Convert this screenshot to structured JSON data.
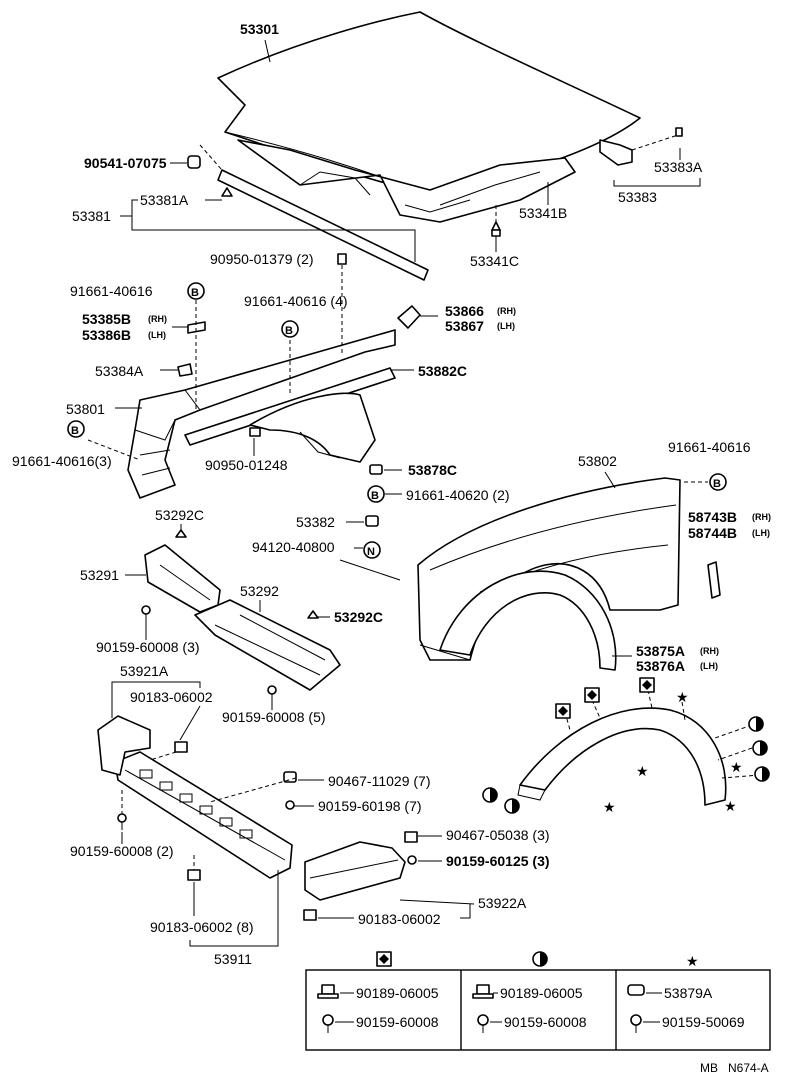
{
  "labels": {
    "l53301": "53301",
    "l90541": "90541-07075",
    "l53381A": "53381A",
    "l53381": "53381",
    "l53383A": "53383A",
    "l53383": "53383",
    "l53341B": "53341B",
    "l53341C": "53341C",
    "l90950_01379": "90950-01379 (2)",
    "l91661_a": "91661-40616",
    "l91661_4": "91661-40616 (4)",
    "l53866": "53866",
    "l53867": "53867",
    "l53385B": "53385B",
    "l53386B": "53386B",
    "l53384A": "53384A",
    "l53882C": "53882C",
    "l53801": "53801",
    "l91661_3": "91661-40616(3)",
    "l90950_01248": "90950-01248",
    "l53878C": "53878C",
    "l91661_40620": "91661-40620 (2)",
    "l53802": "53802",
    "l91661_b": "91661-40616",
    "l58743B": "58743B",
    "l58744B": "58744B",
    "l53292C_a": "53292C",
    "l53382": "53382",
    "l94120": "94120-40800",
    "l53291": "53291",
    "l53292": "53292",
    "l53292C_b": "53292C",
    "l90159_60008_3": "90159-60008 (3)",
    "l53921A": "53921A",
    "l90183_06002_a": "90183-06002",
    "l90159_60008_5": "90159-60008 (5)",
    "l53875A": "53875A",
    "l53876A": "53876A",
    "l90467_11029": "90467-11029 (7)",
    "l90159_60198": "90159-60198 (7)",
    "l90159_60008_2": "90159-60008 (2)",
    "l90467_05038": "90467-05038 (3)",
    "l90159_60125": "90159-60125 (3)",
    "l90183_06002_b": "90183-06002",
    "l53922A": "53922A",
    "l90183_06002_8": "90183-06002 (8)",
    "l53911": "53911",
    "rh": "(RH)",
    "lh": "(LH)",
    "footer": "MB   N674-A"
  },
  "marker_letters": {
    "B": "B",
    "N": "N"
  },
  "legend": {
    "diamond_col": {
      "p1": "90189-06005",
      "p2": "90159-60008"
    },
    "halfcircle_col": {
      "p1": "90189-06005",
      "p2": "90159-60008"
    },
    "star_col": {
      "p1": "53879A",
      "p2": "90159-50069"
    }
  }
}
